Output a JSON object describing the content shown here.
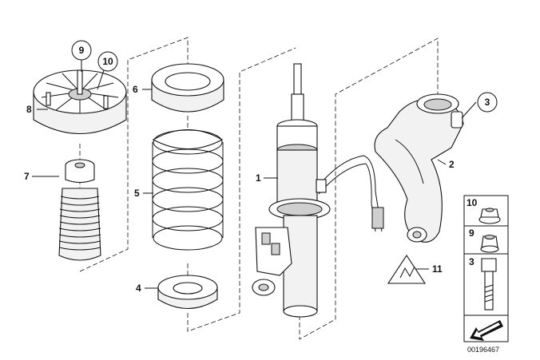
{
  "callouts": {
    "c1": "1",
    "c2": "2",
    "c3": "3",
    "c4": "4",
    "c5": "5",
    "c6": "6",
    "c7": "7",
    "c8": "8",
    "c9": "9",
    "c10": "10",
    "c11": "11"
  },
  "legend": {
    "item_10": "10",
    "item_9": "9",
    "item_3": "3"
  },
  "document_number": "00196467"
}
